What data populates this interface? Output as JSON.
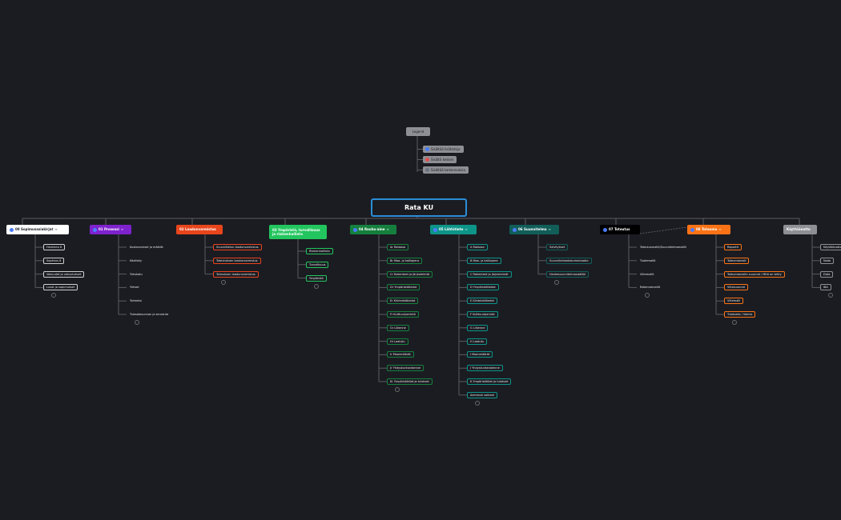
{
  "legend": {
    "title": "Legend",
    "items": [
      {
        "label": "Sisältää lisätietoja",
        "icon": "info-icon"
      },
      {
        "label": "Sisältö kesken",
        "icon": "warning-icon"
      },
      {
        "label": "Sisältää tarkennuksia",
        "icon": "plus-icon"
      }
    ]
  },
  "root": {
    "label": "Rata KU"
  },
  "categories": [
    {
      "label": "00 Sopimusasiakirjat",
      "color": "#ffffff",
      "text": "#1b1c22",
      "icon": "info-icon",
      "note": "≡",
      "children": [
        "Hankinta 8",
        "Sopimus 8",
        "Vakuudet ja vakuutukset",
        "Luvat ja sopimukset"
      ]
    },
    {
      "label": "01 Prosessi",
      "color": "#7e22ce",
      "text": "#ffffff",
      "icon": "info-icon",
      "note": "≡",
      "children": [
        "Kustannukset ja määrät",
        "Käsittely",
        "Yleiskatu",
        "Yleiset",
        "Toimeksi",
        "Tulosatasunnan ja seuranta"
      ]
    },
    {
      "label": "02 Laadunvarmistus",
      "color": "#e8451c",
      "text": "#ffffff",
      "icon": "",
      "note": "",
      "children": [
        "Suunnittelun laadunvarmistus",
        "Toteutuksen laadunvarmistus",
        "Toimuksen laadunvarmistus"
      ]
    },
    {
      "label": "03 Ympäristö, turvallisuus ja riskienhallinta",
      "color": "#22c55e",
      "text": "#ffffff",
      "icon": "",
      "note": "",
      "children": [
        "Riskienhallinta",
        "Turvallisuus",
        "Ympäristö"
      ]
    },
    {
      "label": "04 Rauha-aine",
      "color": "#15803d",
      "text": "#ffffff",
      "icon": "info-icon",
      "note": "≡",
      "children": [
        "Ar Rataosa",
        "Br Maa- ja kalliopera",
        "Cr Rakenteet ja järjestelmät",
        "Dr Ympäristötiedot",
        "Er Kiinteistötiedot",
        "Fr Kulttuuriperintö",
        "Gr Liikenne",
        "Hr Laatutu",
        "Ir Maanmäärät",
        "Jr Yhdyskuntarakenne",
        "Kr Ympäristötilat ja tulokset"
      ]
    },
    {
      "label": "05 Lähtötieto",
      "color": "#0d9488",
      "text": "#ffffff",
      "icon": "info-icon",
      "note": "≡",
      "children": [
        "A Rataosa",
        "B Maa- ja kalliopera",
        "C Rakenteet ja järjestelmät",
        "D Ympäristötiedot",
        "E Kiinteistötiedot",
        "F Kulttuuriperintö",
        "G Liikenne",
        "H Laatutu",
        "I Maanmäärät",
        "J Yhdyskuntarakenne",
        "K Ympäristötilat ja tulokset",
        "Aiemmat vaiheet"
      ]
    },
    {
      "label": "06 Suunnitelma",
      "color": "#115e59",
      "text": "#ffffff",
      "icon": "info-icon",
      "note": "≡",
      "children": [
        "Selvitykset",
        "Suunnitelmadokumentaatio",
        "Hankesuunnitelmasisällöt"
      ]
    },
    {
      "label": "07 Toteutus",
      "color": "#000000",
      "text": "#ffffff",
      "icon": "info-icon",
      "note": "",
      "children": [
        "Toteutusmallit/Suunnitelmamallit",
        "Tuotemallit",
        "Viitemallit",
        "Rakennemallit"
      ]
    },
    {
      "label": "08 Toteuma",
      "color": "#f97316",
      "text": "#ffffff",
      "icon": "info-icon",
      "note": "≡",
      "children": [
        "Raportit",
        "Toteumamalli",
        "Toteumamallin suunnat / Mitä on tehty",
        "Viitesuunnat",
        "Viitemalli",
        "Tulokseta / Valmis"
      ]
    },
    {
      "label": "Käyttöönotto",
      "color": "#8d8f94",
      "text": "#ffffff",
      "icon": "",
      "note": "",
      "children": [
        "Käyttöönottotuki",
        "Nodo",
        "Data",
        "IBA"
      ]
    }
  ],
  "colors": {
    "background": "#1b1c22",
    "root_border": "#2a8ed8",
    "line": "#5a5c62"
  }
}
